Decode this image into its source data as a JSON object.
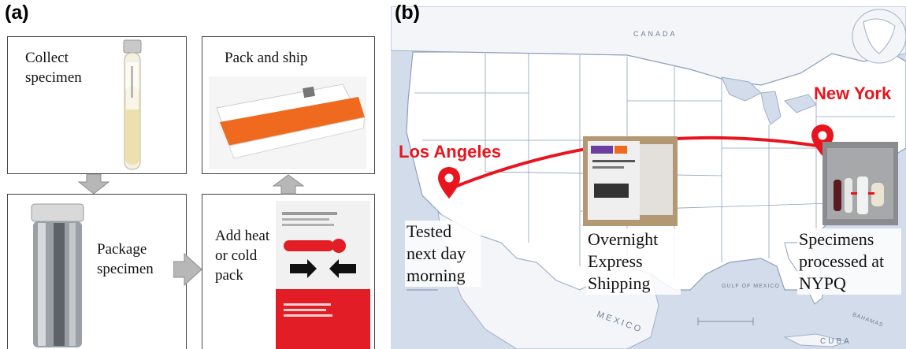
{
  "panel_a": {
    "label": "(a)",
    "steps": {
      "collect": "Collect specimen",
      "package": "Package specimen",
      "add_pack": "Add heat or cold pack",
      "pack_ship": "Pack and ship"
    }
  },
  "panel_b": {
    "label": "(b)",
    "cities": {
      "origin": "Los Angeles",
      "destination": "New York"
    },
    "captions": {
      "tested": "Tested next day morning",
      "shipping": "Overnight Express Shipping",
      "processed": "Specimens processed at NYPQ"
    },
    "map_labels": {
      "canada": "CANADA",
      "mexico": "MEXICO",
      "cuba": "CUBA",
      "gulf": "GULF OF MEXICO",
      "bahamas": "BAHAMAS"
    }
  },
  "colors": {
    "route": "#e8141e",
    "map_land": "#ffffff",
    "map_water": "#d3dcea",
    "arrow": "#b7b7b7"
  }
}
